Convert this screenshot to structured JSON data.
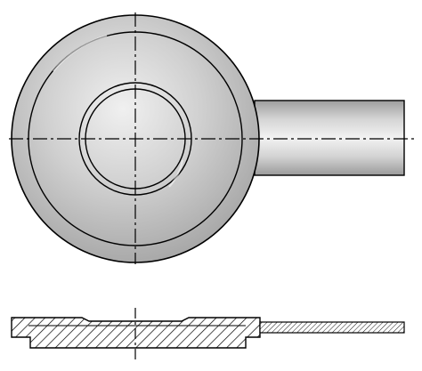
{
  "drawing": {
    "views": [
      "top-view",
      "section-view"
    ],
    "colors": {
      "outline": "#000000",
      "metal_dark": "#9a9a9a",
      "metal_mid": "#c9c9c9",
      "metal_light": "#efefef",
      "background": "#ffffff"
    },
    "line_styles": {
      "center_line": "dash-dot",
      "section_fill": "diagonal-hatch"
    }
  }
}
